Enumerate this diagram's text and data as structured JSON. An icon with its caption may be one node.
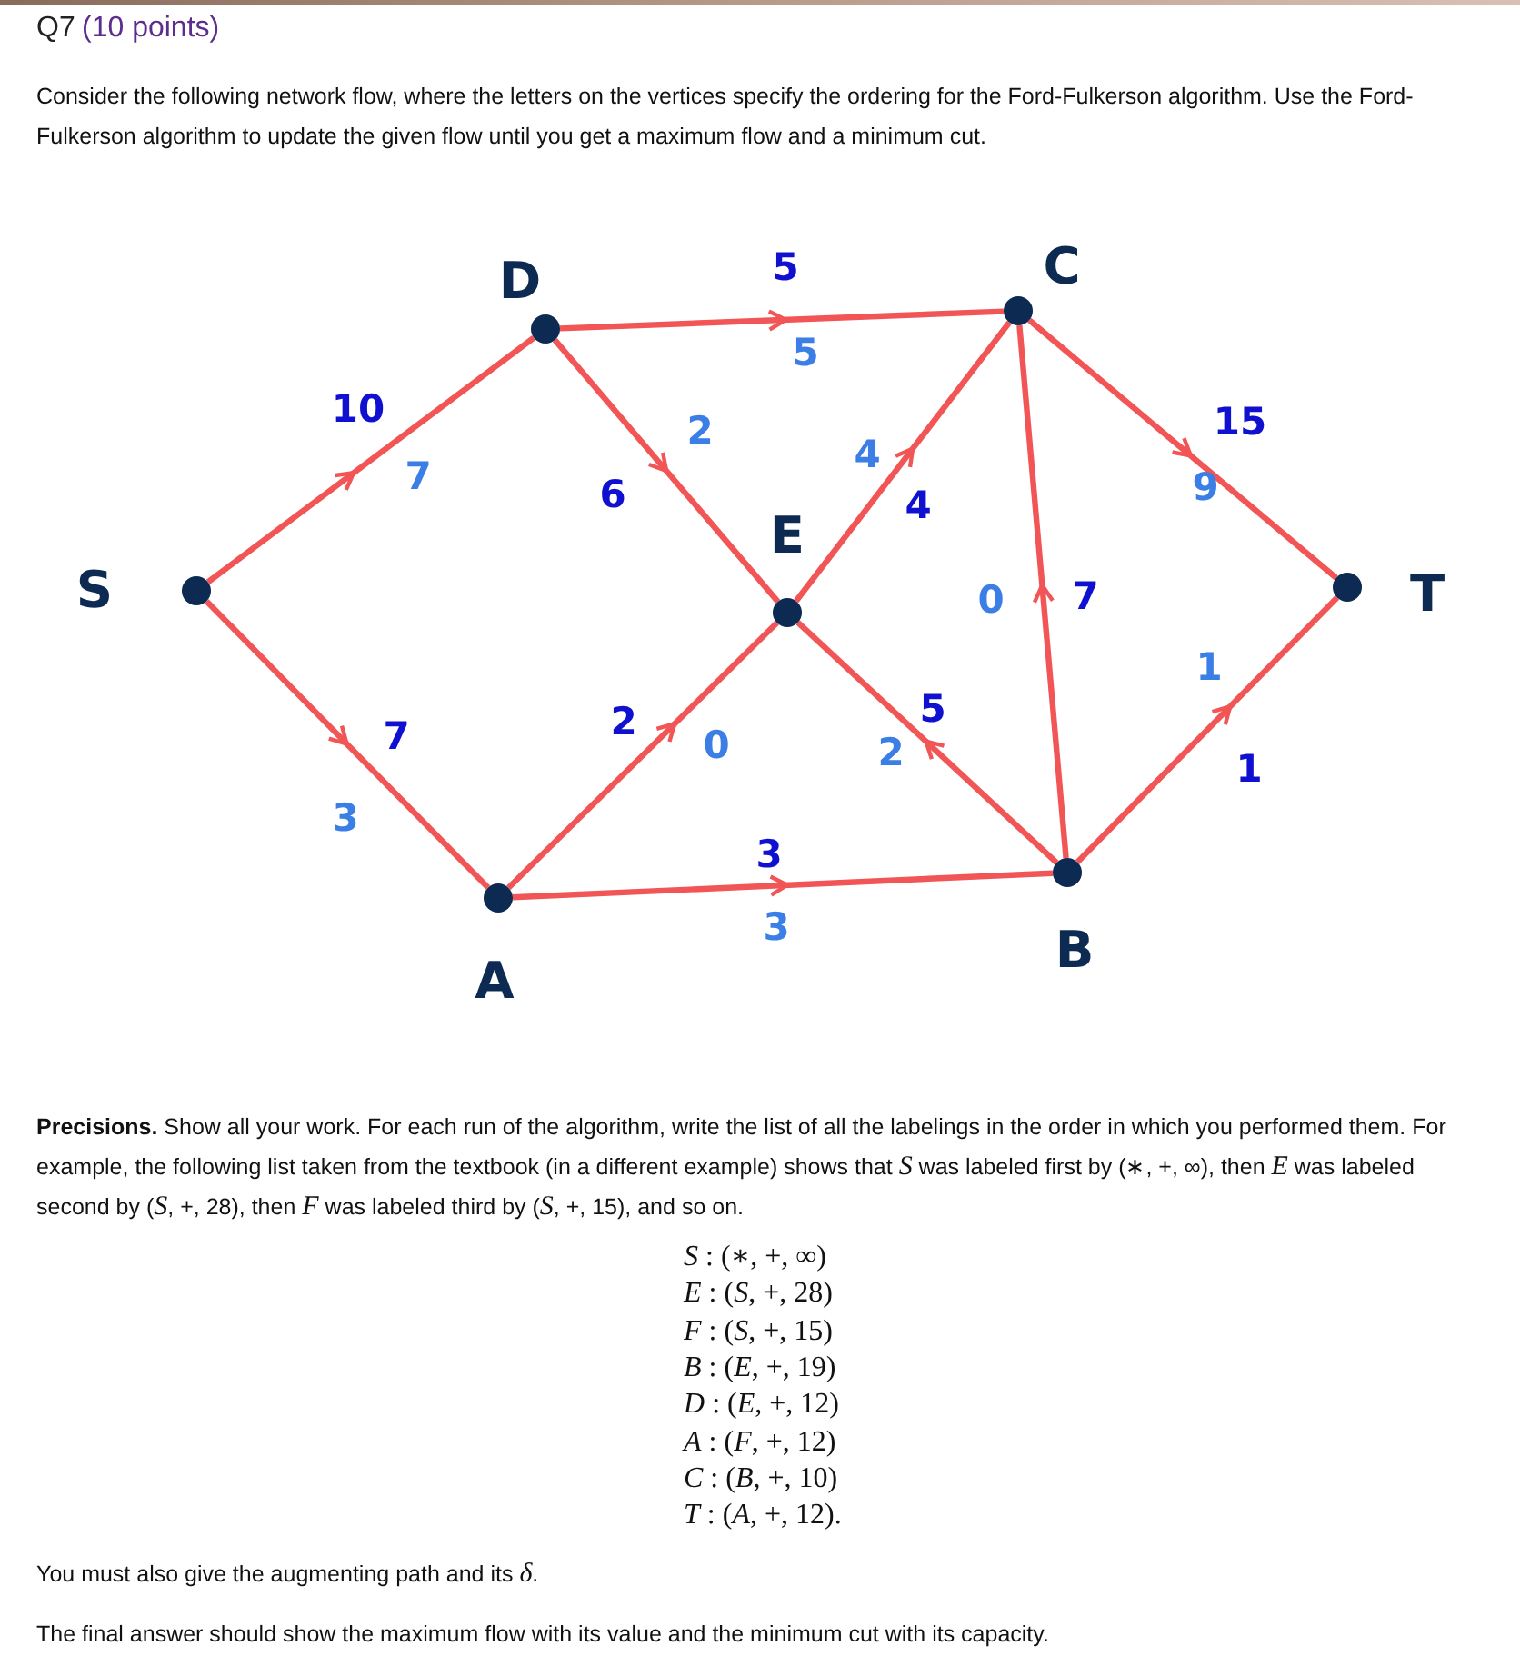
{
  "diagram": {
    "title": "Q7",
    "nodes": [
      {
        "text": [
          "S"
        ]
      },
      {
        "text": [
          "D"
        ]
      },
      {
        "text": [
          "C"
        ]
      },
      {
        "text": [
          "E"
        ]
      },
      {
        "text": [
          "T"
        ]
      },
      {
        "text": [
          "A"
        ]
      },
      {
        "text": [
          "B"
        ]
      }
    ],
    "edges": [
      {
        "from": 0,
        "to": 1,
        "arrow": "to",
        "label": "10"
      },
      {
        "from": 1,
        "to": 2,
        "arrow": "to",
        "label": "5"
      },
      {
        "from": 1,
        "to": 3,
        "arrow": "to",
        "label": "6"
      },
      {
        "from": 3,
        "to": 2,
        "arrow": "to",
        "label": "4"
      },
      {
        "from": 2,
        "to": 4,
        "arrow": "to",
        "label": "15"
      },
      {
        "from": 0,
        "to": 5,
        "arrow": "to",
        "label": "7"
      },
      {
        "from": 5,
        "to": 3,
        "arrow": "to",
        "label": "2"
      },
      {
        "from": 6,
        "to": 3,
        "arrow": "to",
        "label": "5"
      },
      {
        "from": 6,
        "to": 2,
        "arrow": "to",
        "label": "7"
      },
      {
        "from": 6,
        "to": 4,
        "arrow": "to",
        "label": "1"
      },
      {
        "from": 5,
        "to": 6,
        "arrow": "to",
        "label": "3"
      }
    ],
    "labels": [
      "(10 points)",
      "Consider the following network flow, where the letters on the vertices specify the ordering for the Ford-Fulkerson algorithm. Use the Ford-Fulkerson algorithm to update the given flow until you get a maximum flow and a minimum cut.",
      "7",
      "5",
      "2",
      "4",
      "9",
      "3",
      "0",
      "2",
      "0",
      "1",
      "3",
      "**Precisions.** Show all your work. For each run of the algorithm, write the list of all the labelings in the order in which you performed them. For example, the following list taken from the textbook (in a different example) shows that *S* was labeled first by (∗, +, ∞), then *E* was labeled second by (*S*, +, 28), then *F* was labeled third by (*S*, +, 15), and so on.",
      "*S* : (∗, +, ∞)",
      "*E* : (*S*, +, 28)",
      "*F* : (*S*, +, 15)",
      "*B* : (*E*, +, 19)",
      "*D* : (*E*, +, 12)",
      "*A* : (*F*, +, 12)",
      "*C* : (*B*, +, 10)",
      "*T* : (*A*, +, 12).",
      "You must also give the augmenting path and its *δ*.",
      "The final answer should show the maximum flow with its value and the minimum cut with its capacity."
    ]
  }
}
